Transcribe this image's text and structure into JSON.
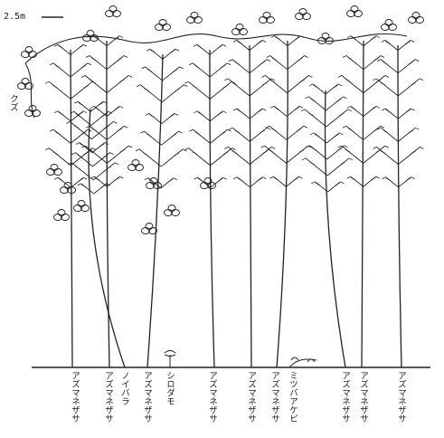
{
  "scale": {
    "label": "2.5m"
  },
  "climber_label": "クズ",
  "species_labels": [
    {
      "id": "a1",
      "text": "アズマネザサ"
    },
    {
      "id": "a2",
      "text": "アズマネザサ"
    },
    {
      "id": "n1",
      "text": "ノイバラ"
    },
    {
      "id": "a3",
      "text": "アズマネザサ"
    },
    {
      "id": "s1",
      "text": "シロダモ"
    },
    {
      "id": "a4",
      "text": "アズマネザサ"
    },
    {
      "id": "a5",
      "text": "アズマネザサ"
    },
    {
      "id": "a6",
      "text": "アズマネザサ"
    },
    {
      "id": "m1",
      "text": "ミツバアケビ"
    },
    {
      "id": "a7",
      "text": "アズマネザサ"
    },
    {
      "id": "a8",
      "text": "アズマネザサ"
    },
    {
      "id": "a9",
      "text": "アズマネザサ"
    }
  ],
  "colors": {
    "ink": "#222222",
    "background": "#ffffff"
  }
}
